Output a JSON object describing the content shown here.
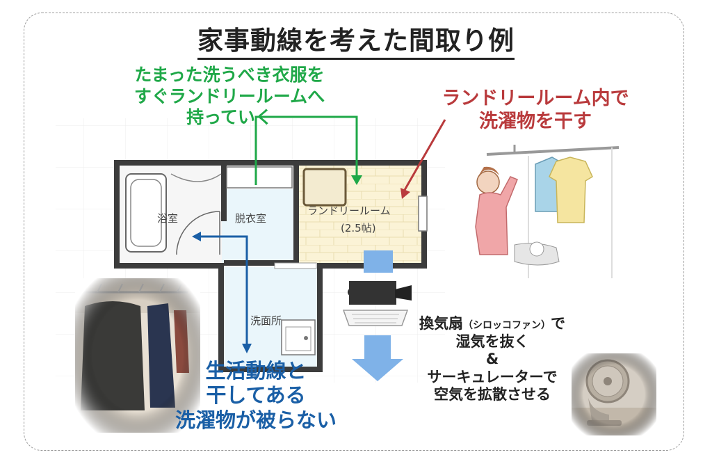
{
  "title": "家事動線を考えた間取り例",
  "callouts": {
    "green": [
      "たまった洗うべき衣服を",
      "すぐランドリールームへ",
      "持っていく"
    ],
    "red": [
      "ランドリールーム内で",
      "洗濯物を干す"
    ],
    "blue": [
      "生活動線と",
      "干してある",
      "洗濯物が被らない"
    ],
    "fan_line1": "換気扇",
    "fan_small": "（シロッコファン）",
    "fan_line1_end": "で",
    "fan_line2": "湿気を抜く",
    "amp": "&",
    "circ_line1": "サーキュレーターで",
    "circ_line2": "空気を拡散させる"
  },
  "rooms": {
    "bath": "浴室",
    "dressing": "脱衣室",
    "laundry": "ランドリールーム",
    "laundry_size": "(2.5帖)",
    "washroom": "洗面所"
  },
  "colors": {
    "green": "#1fa848",
    "red": "#b93a3c",
    "blue": "#1a5fa6",
    "arrow_light": "#7fb2e8",
    "wall": "#3c3c3c",
    "laundry_floor": "#fbf3d6",
    "dressing_floor": "#eaf6fb"
  },
  "icons": [
    "woman-hanging-laundry-illustration",
    "clothes-rack-photo",
    "ventilation-fan-illustration",
    "circulator-photo"
  ]
}
